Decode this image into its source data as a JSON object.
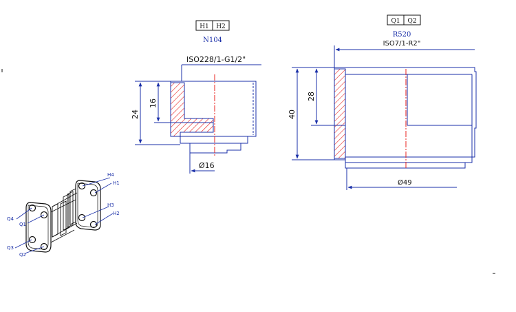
{
  "colors": {
    "line": "#1a2fa8",
    "center": "#e8201c",
    "hatch": "#e8201c",
    "ink": "#111111"
  },
  "left_part": {
    "codes": [
      "H1",
      "H2"
    ],
    "model": "N104",
    "thread": "ISO228/1-G1/2\"",
    "dim_height": "24",
    "dim_thread_depth": "16",
    "dim_diameter": "Ø16"
  },
  "right_part": {
    "codes": [
      "Q1",
      "Q2"
    ],
    "model": "R520",
    "thread": "ISO7/1-R2\"",
    "dim_height": "40",
    "dim_thread_depth": "28",
    "dim_diameter": "Ø49"
  },
  "assembly": {
    "labels": [
      "H4",
      "H1",
      "H3",
      "H2",
      "Q4",
      "Q1",
      "Q3",
      "Q2"
    ]
  }
}
